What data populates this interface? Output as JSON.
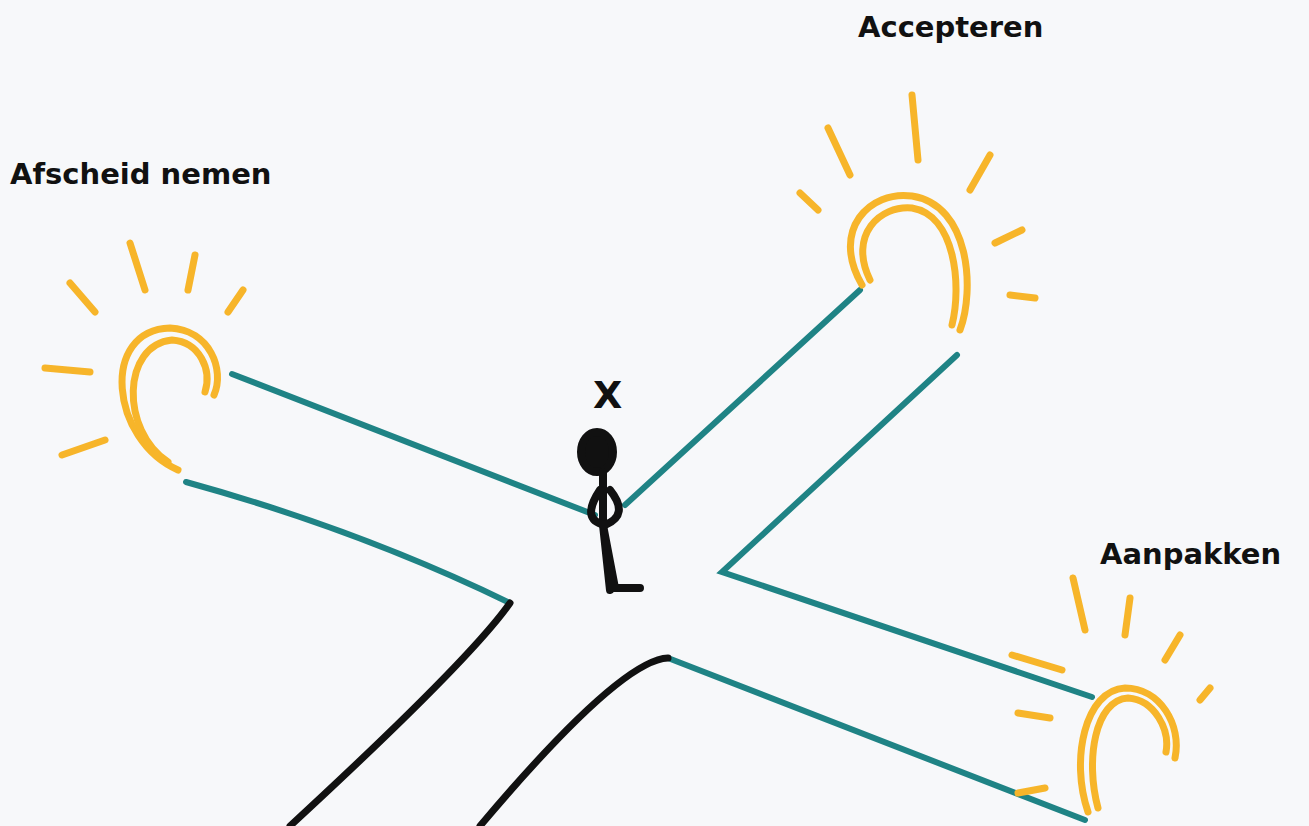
{
  "diagram": {
    "labels": [
      "Afscheid nemen",
      "Accepteren",
      "Aanpakken",
      "X"
    ]
  }
}
